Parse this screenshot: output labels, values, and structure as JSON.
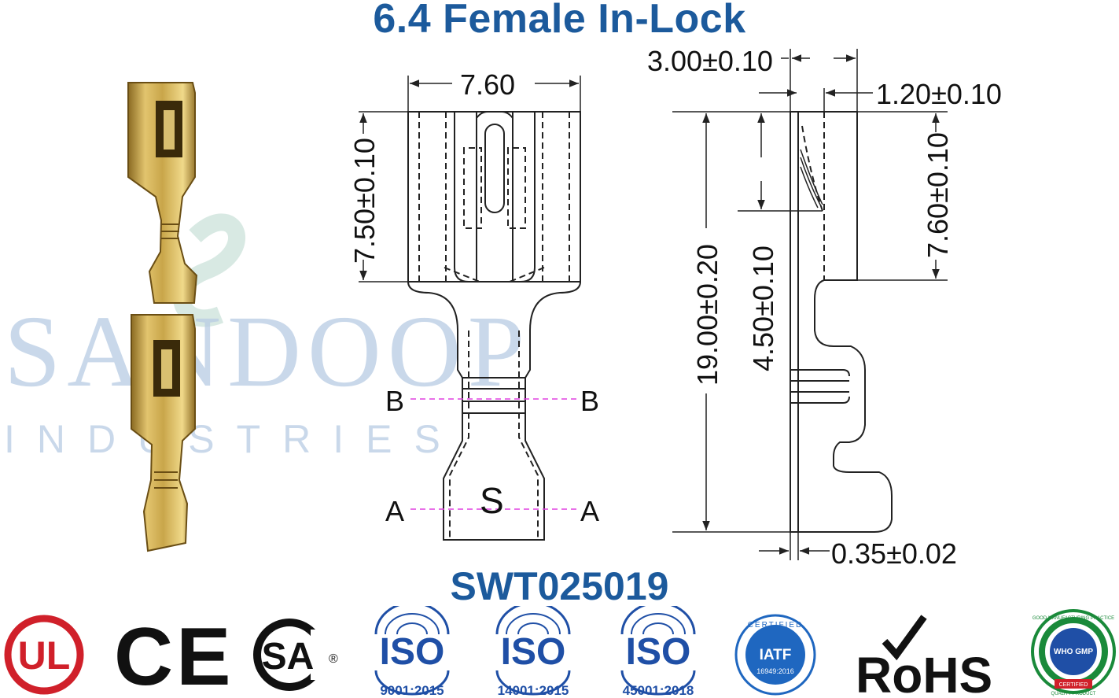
{
  "title": "6.4 Female In-Lock",
  "part_number": "SWT025019",
  "watermark": {
    "brand": "SANDOOP",
    "sub": "INDUSTRIES"
  },
  "dimensions": {
    "front_width": "7.60",
    "front_box_height": "7.50±0.10",
    "side_top": "3.00±0.10",
    "side_inner": "1.20±0.10",
    "side_right_height": "7.60±0.10",
    "total_length": "19.00±0.20",
    "spring_length": "4.50±0.10",
    "thickness": "0.35±0.02"
  },
  "section_labels": {
    "b_left": "B",
    "b_right": "B",
    "a_left": "A",
    "a_right": "A",
    "s": "S"
  },
  "certifications": {
    "ul": "UL",
    "ce": "CE",
    "csa": "SA",
    "iso1": {
      "name": "ISO",
      "standard": "9001:2015"
    },
    "iso2": {
      "name": "ISO",
      "standard": "14001:2015"
    },
    "iso3": {
      "name": "ISO",
      "standard": "45001:2018"
    },
    "iatf": {
      "top": "CERTIFIED",
      "name": "IATF",
      "standard": "16949:2016"
    },
    "rohs": "RoHS",
    "gmp": {
      "name": "WHO GMP",
      "top": "GOOD MANUFACTURING PRACTICE",
      "bottom": "QUALITY PRODUCT",
      "badge": "CERTIFIED"
    }
  },
  "colors": {
    "title": "#1c5a9c",
    "section_line": "#e040e0",
    "brass": "#c9a64a",
    "iso_blue": "#1f4fa6",
    "ul_red": "#d0202a"
  }
}
